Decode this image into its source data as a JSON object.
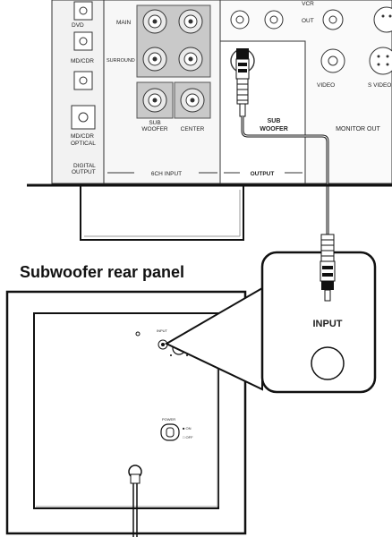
{
  "receiver": {
    "left_column_labels": [
      "DVD",
      "MD/CDR",
      "MD/CDR\nOPTICAL"
    ],
    "digital_output_label": "DIGITAL\nOUTPUT",
    "six_ch_labels": {
      "main": "MAIN",
      "surround": "SURROUND",
      "sub_woofer": "SUB\nWOOFER",
      "center": "CENTER"
    },
    "six_ch_input_label": "6CH INPUT",
    "vcr_label": "VCR",
    "out_label": "OUT",
    "video_label": "VIDEO",
    "s_video_label": "S VIDEO",
    "sub_woofer_output_label": "SUB\nWOOFER",
    "output_label": "OUTPUT",
    "monitor_out_label": "MONITOR OUT"
  },
  "subwoofer": {
    "title": "Subwoofer rear panel",
    "callout_input_label": "INPUT",
    "input_small_label": "INPUT",
    "power_label": "POWER",
    "on_label": "ON",
    "off_label": "OFF"
  }
}
